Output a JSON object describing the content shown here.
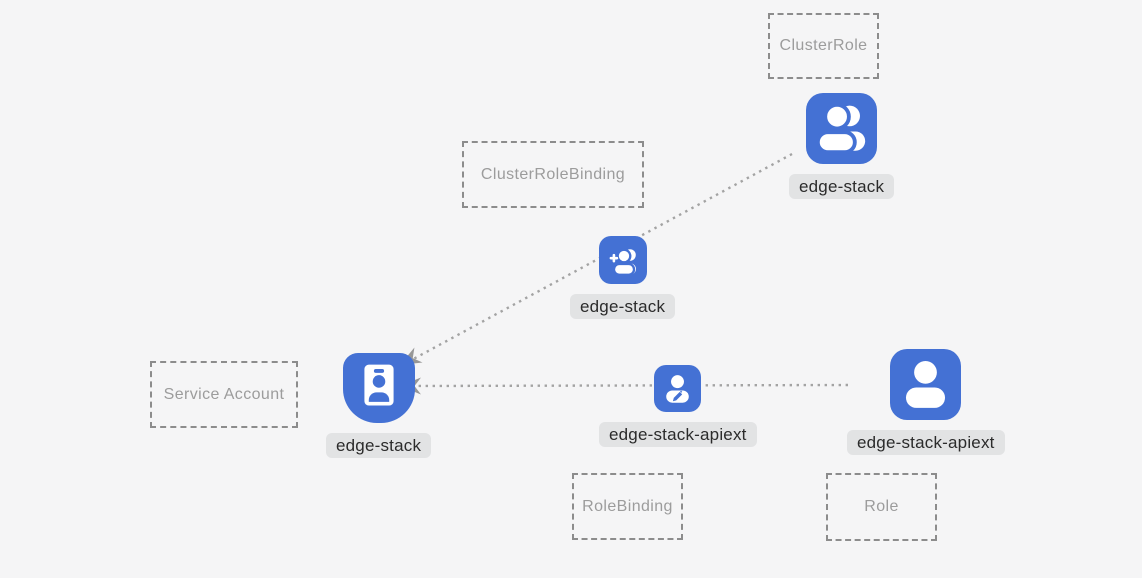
{
  "diagram": {
    "title": "Kubernetes RBAC resources diagram",
    "colors": {
      "background": "#f5f5f6",
      "node_blue": "#4471d4",
      "node_glyph": "#ffffff",
      "label_background": "#e2e3e4",
      "label_text": "#2b2b2b",
      "dashed_border": "#8c8c8c",
      "dashed_text": "#9c9c9c",
      "connector_dots": "#a3a3a3",
      "arrowhead": "#979797"
    },
    "type_boxes": [
      {
        "id": "clusterrole",
        "label": "ClusterRole"
      },
      {
        "id": "clusterrolebinding",
        "label": "ClusterRoleBinding"
      },
      {
        "id": "serviceaccount",
        "label": "Service Account"
      },
      {
        "id": "rolebinding",
        "label": "RoleBinding"
      },
      {
        "id": "role",
        "label": "Role"
      }
    ],
    "nodes": [
      {
        "id": "clusterrole-subject",
        "label": "edge-stack",
        "icon": "users-icon"
      },
      {
        "id": "clusterrolebinding-node",
        "label": "edge-stack",
        "icon": "user-add-icon"
      },
      {
        "id": "serviceaccount-node",
        "label": "edge-stack",
        "icon": "id-badge-icon"
      },
      {
        "id": "rolebinding-node",
        "label": "edge-stack-apiext",
        "icon": "user-edit-icon"
      },
      {
        "id": "role-subject",
        "label": "edge-stack-apiext",
        "icon": "user-icon"
      }
    ],
    "connectors": [
      {
        "id": "clusterrole-to-serviceaccount",
        "style": "dotted",
        "arrow": "into-serviceaccount"
      },
      {
        "id": "role-to-serviceaccount",
        "style": "dotted",
        "arrow": "into-serviceaccount"
      }
    ]
  }
}
